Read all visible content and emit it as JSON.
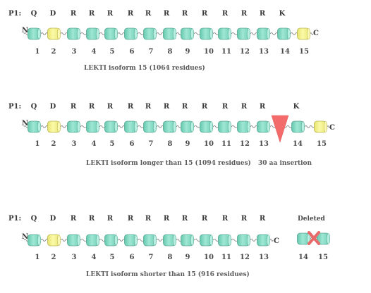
{
  "rows": [
    {
      "p1_label": "P1:",
      "residues": [
        "Q",
        "D",
        "R",
        "R",
        "R",
        "R",
        "R",
        "R",
        "R",
        "R",
        "R",
        "R",
        "R",
        "K"
      ],
      "domains": [
        "1",
        "2",
        "3",
        "4",
        "5",
        "6",
        "7",
        "8",
        "9",
        "10",
        "11",
        "12",
        "13",
        "14",
        "15"
      ],
      "yellow_domains": [
        "1",
        "14"
      ],
      "n_label": "N",
      "c_label": "C",
      "caption": "LEKTI isoform 15 (1064 residues)"
    },
    {
      "p1_label": "P1:",
      "residues": [
        "Q",
        "D",
        "R",
        "R",
        "R",
        "R",
        "R",
        "R",
        "R",
        "R",
        "R",
        "R",
        "R",
        "K"
      ],
      "domains": [
        "1",
        "2",
        "3",
        "4",
        "5",
        "6",
        "7",
        "8",
        "9",
        "10",
        "11",
        "12",
        "13",
        "14",
        "15"
      ],
      "yellow_domains": [
        "1",
        "14"
      ],
      "n_label": "N",
      "c_label": "C",
      "caption": "LEKTI isoform longer than 15 (1094 residues)",
      "insertion_label": "30 aa insertion"
    },
    {
      "p1_label": "P1:",
      "residues": [
        "Q",
        "D",
        "R",
        "R",
        "R",
        "R",
        "R",
        "R",
        "R",
        "R",
        "R",
        "R",
        "R"
      ],
      "domains": [
        "1",
        "2",
        "3",
        "4",
        "5",
        "6",
        "7",
        "8",
        "9",
        "10",
        "11",
        "12",
        "13"
      ],
      "yellow_domains": [
        "1"
      ],
      "n_label": "N",
      "c_label": "C",
      "caption": "LEKTI isoform shorter than 15 (916 residues)",
      "deleted_label": "Deleted",
      "deleted_domains": [
        "14",
        "15"
      ]
    }
  ],
  "colors": {
    "domain_fill": "#84dcc6",
    "domain_stroke": "#58a892",
    "highlight_fill": "#f2ef8c",
    "highlight_stroke": "#b9b54f",
    "linker": "#7a7a7a",
    "insertion": "#f36b6b",
    "deleted_mark": "#e86a6a"
  }
}
